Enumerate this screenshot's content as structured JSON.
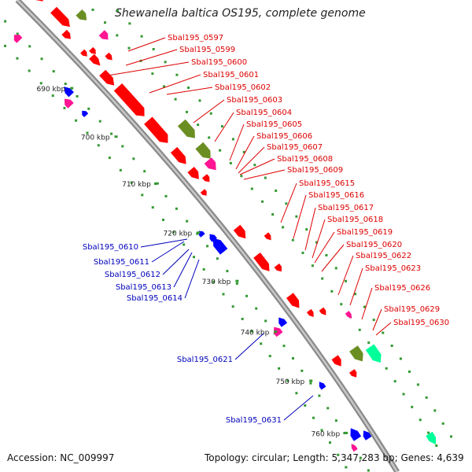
{
  "title": "Shewanella baltica OS195, complete genome",
  "footer": {
    "accession": "Accession: NC_009997",
    "info": "Topology: circular; Length: 5,347,283 bp; Genes: 4,639"
  },
  "colors": {
    "backbone": "#999999",
    "forward_label": "#dd0000",
    "reverse_label": "#0000bb",
    "tick_dots": "#339933",
    "cds_forward": "#ff0000",
    "cds_reverse": "#0000ff",
    "gene_olive": "#6b8e23",
    "gene_pink": "#ff1493",
    "gene_teal": "#00ff99"
  },
  "ticks": [
    "690 kbp",
    "700 kbp",
    "710 kbp",
    "720 kbp",
    "730 kbp",
    "740 kbp",
    "750 kbp",
    "760 kbp"
  ],
  "forward_labels": [
    "Sbal195_0597",
    "Sbal195_0599",
    "Sbal195_0600",
    "Sbal195_0601",
    "Sbal195_0602",
    "Sbal195_0603",
    "Sbal195_0604",
    "Sbal195_0605",
    "Sbal195_0606",
    "Sbal195_0607",
    "Sbal195_0608",
    "Sbal195_0609",
    "Sbal195_0615",
    "Sbal195_0616",
    "Sbal195_0617",
    "Sbal195_0618",
    "Sbal195_0619",
    "Sbal195_0620",
    "Sbal195_0622",
    "Sbal195_0623",
    "Sbal195_0626",
    "Sbal195_0629",
    "Sbal195_0630"
  ],
  "reverse_labels": [
    "Sbal195_0610",
    "Sbal195_0611",
    "Sbal195_0612",
    "Sbal195_0613",
    "Sbal195_0614",
    "Sbal195_0621",
    "Sbal195_0631"
  ]
}
